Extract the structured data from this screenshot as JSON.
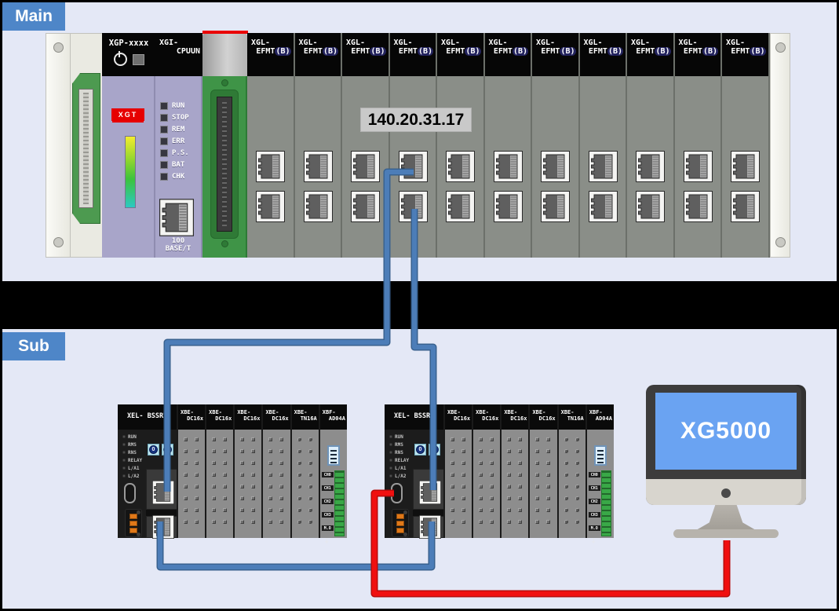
{
  "page": {
    "main_section_label": "Main",
    "sub_section_label": "Sub"
  },
  "main_rack": {
    "ip_address": "140.20.31.17",
    "power_module": {
      "title": "XGP-xxxx",
      "brand_badge": "XGT"
    },
    "cpu_module": {
      "title_line1": "XGI-",
      "title_line2": "CPUUN",
      "status_leds": [
        "RUN",
        "STOP",
        "REM",
        "ERR",
        "P.S.",
        "BAT",
        "CHK"
      ],
      "port_caption_line1": "100",
      "port_caption_line2": "BASE/T"
    },
    "ethernet_modules": {
      "count": 11,
      "title_line1": "XGL-",
      "title_line2_prefix": "EFMT",
      "title_line2_suffix": "(B)"
    }
  },
  "sub_racks": [
    {
      "id": "left",
      "base_title": "XEL- BSSRT",
      "status_leds": [
        "RUN",
        "RMS",
        "RNS",
        "RELAY",
        "L/A1",
        "L/A2"
      ],
      "rotary_switches": [
        "0",
        "0"
      ],
      "io_modules": [
        {
          "title_line1": "XBE-",
          "title_line2": "DC16x",
          "kind": "digital"
        },
        {
          "title_line1": "XBE-",
          "title_line2": "DC16x",
          "kind": "digital"
        },
        {
          "title_line1": "XBE-",
          "title_line2": "DC16x",
          "kind": "digital"
        },
        {
          "title_line1": "XBE-",
          "title_line2": "DC16x",
          "kind": "digital"
        },
        {
          "title_line1": "XBE-",
          "title_line2": "TN16A",
          "kind": "relay"
        },
        {
          "title_line1": "XBF-",
          "title_line2": "AD04A",
          "kind": "analog",
          "channel_labels": [
            "CH0",
            "CH1",
            "CH2",
            "CH3",
            "M.O"
          ],
          "ground_symbol": "⏚"
        }
      ]
    },
    {
      "id": "right",
      "base_title": "XEL- BSSRT",
      "status_leds": [
        "RUN",
        "RMS",
        "RNS",
        "RELAY",
        "L/A1",
        "L/A2"
      ],
      "rotary_switches": [
        "0",
        "0"
      ],
      "io_modules": [
        {
          "title_line1": "XBE-",
          "title_line2": "DC16x",
          "kind": "digital"
        },
        {
          "title_line1": "XBE-",
          "title_line2": "DC16x",
          "kind": "digital"
        },
        {
          "title_line1": "XBE-",
          "title_line2": "DC16x",
          "kind": "digital"
        },
        {
          "title_line1": "XBE-",
          "title_line2": "DC16x",
          "kind": "digital"
        },
        {
          "title_line1": "XBE-",
          "title_line2": "TN16A",
          "kind": "relay"
        },
        {
          "title_line1": "XBF-",
          "title_line2": "AD04A",
          "kind": "analog",
          "channel_labels": [
            "CH0",
            "CH1",
            "CH2",
            "CH3",
            "M.O"
          ],
          "ground_symbol": "⏚"
        }
      ]
    }
  ],
  "computer": {
    "screen_label": "XG5000"
  },
  "connections": {
    "ethernet_color": "#4c7db8",
    "ethernet_edge_color": "#38618f",
    "usb_color": "#f01010",
    "usb_edge_color": "#b80b0b",
    "links": [
      {
        "name": "main-rack-port-to-left-sub-rack",
        "type": "ethernet"
      },
      {
        "name": "main-rack-port-to-right-sub-rack",
        "type": "ethernet"
      },
      {
        "name": "left-sub-rack-to-right-sub-rack",
        "type": "ethernet"
      },
      {
        "name": "pc-to-right-sub-rack",
        "type": "usb"
      }
    ]
  },
  "colors": {
    "background": "#e4e8f6",
    "section_label_blue": "#4e86c8",
    "divider_band": "#000000",
    "module_gray": "#8a8e88",
    "module_lavender": "#a8a5c9",
    "extension_green": "#3f9447",
    "monitor_screen_blue": "#6aa3f2",
    "highlight_red": "#ea0000"
  }
}
